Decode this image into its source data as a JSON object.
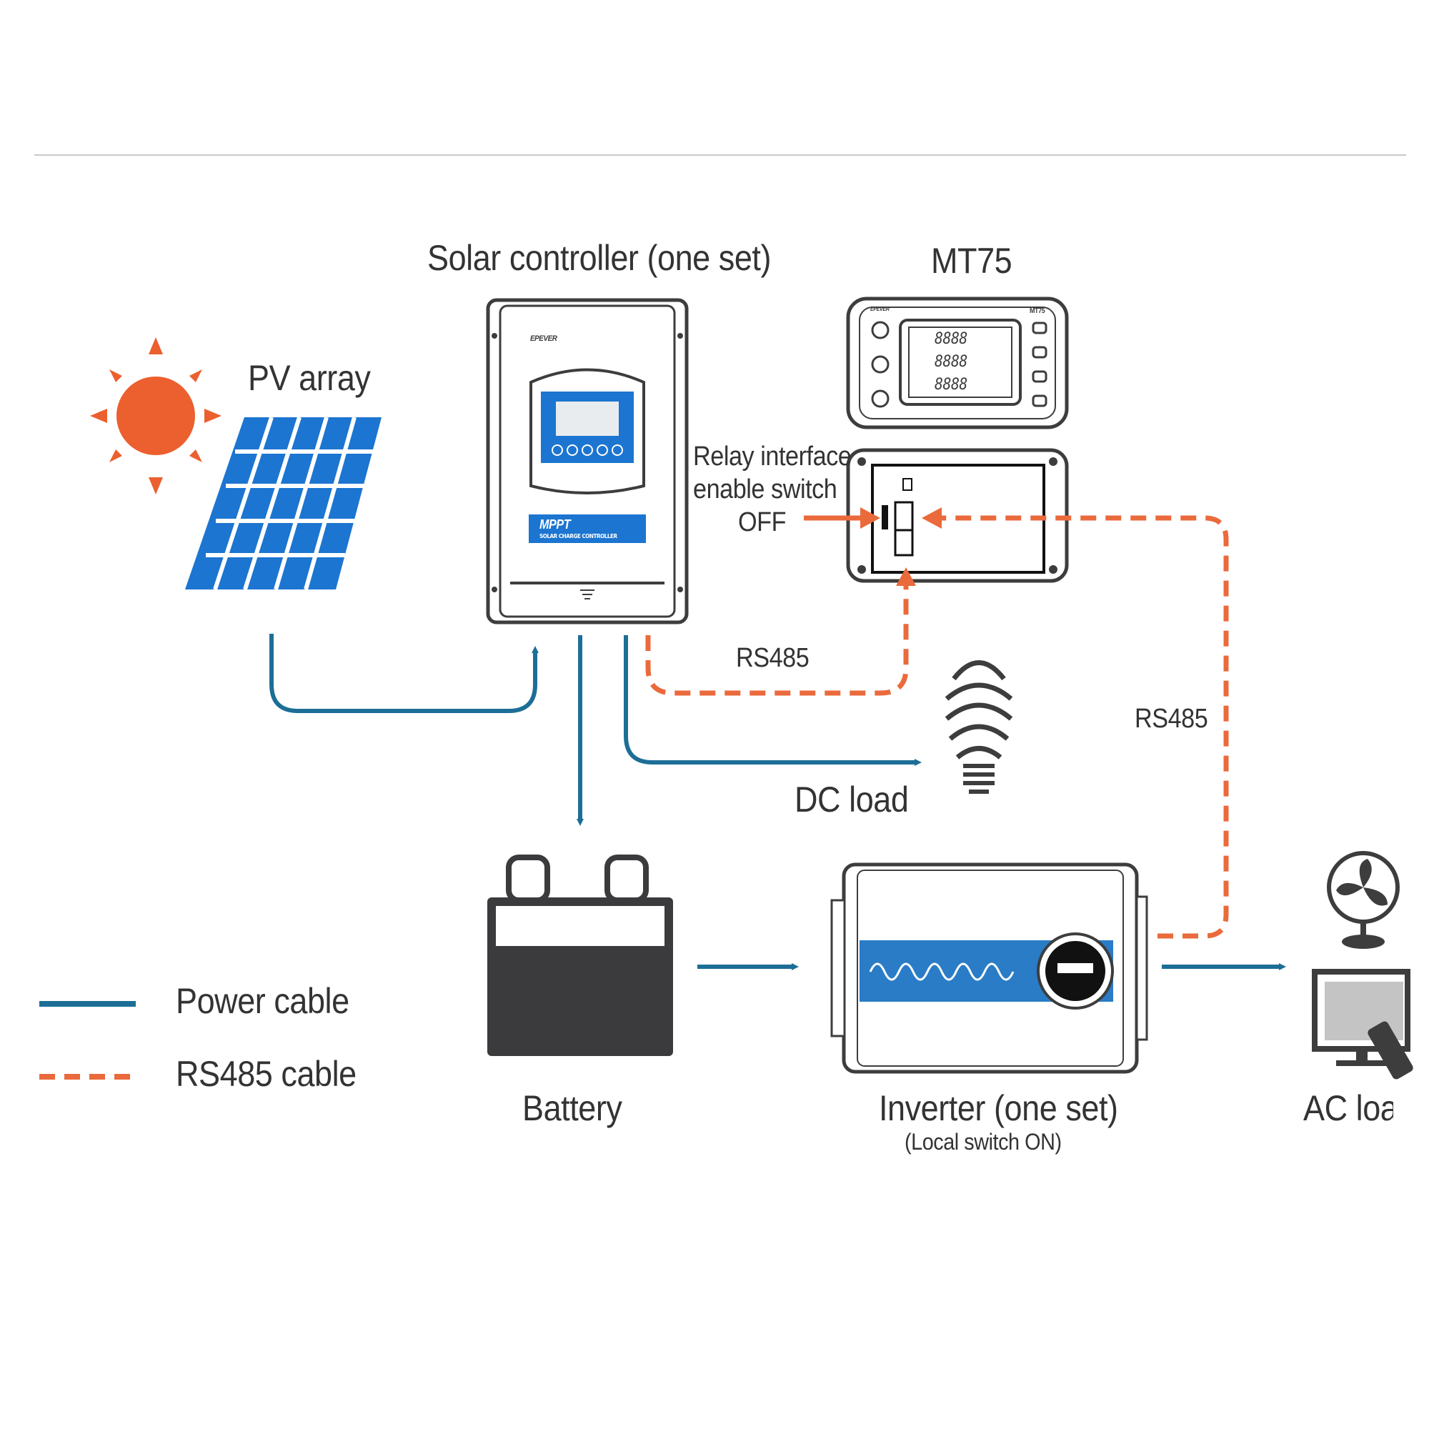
{
  "labels": {
    "solar_controller": "Solar controller (one set)",
    "mt75": "MT75",
    "pv_array": "PV array",
    "relay_interface_line1": "Relay interface",
    "relay_interface_line2": "enable switch",
    "relay_state": "OFF",
    "rs485_controller": "RS485",
    "rs485_inverter": "RS485",
    "dc_load": "DC load",
    "battery": "Battery",
    "inverter": "Inverter (one set)",
    "inverter_note": "(Local switch ON)",
    "ac_load": "AC load"
  },
  "legend": {
    "power_cable": "Power cable",
    "rs485_cable": "RS485 cable"
  },
  "device_text": {
    "controller_brand": "EPEVER",
    "controller_mppt": "MPPT",
    "controller_subtitle": "SOLAR CHARGE CONTROLLER",
    "mt75_model": "MT75",
    "mt75_brand": "EPEVER",
    "mt75_digits": "8888"
  },
  "colors": {
    "power_cable": "#1d6e97",
    "rs485_cable": "#ea6a3c",
    "panel_blue": "#1c75d0",
    "sun": "#ec5f2e",
    "device_outline": "#3d3d3d",
    "battery_body": "#3b3b3d",
    "inverter_stripe": "#2a7cc6"
  },
  "icons": [
    "sun-icon",
    "solar-panel-icon",
    "light-bulb-icon",
    "fan-icon",
    "monitor-icon",
    "remote-control-icon"
  ]
}
